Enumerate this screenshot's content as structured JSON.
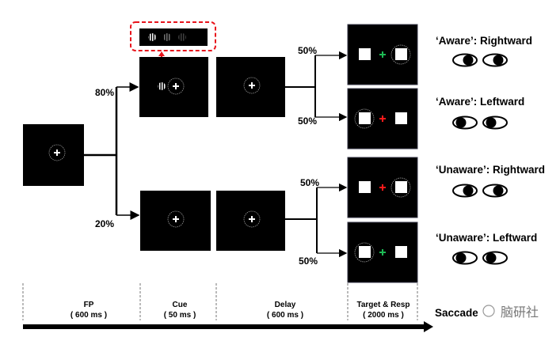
{
  "branches": {
    "aware_prob": "80%",
    "unaware_prob": "20%",
    "top_right_prob": "50%",
    "top_left_prob": "50%",
    "bottom_right_prob": "50%",
    "bottom_left_prob": "50%"
  },
  "conditions": [
    {
      "label": "‘Aware’: Rightward",
      "gaze": "right",
      "cross_color": "#1db954",
      "circled": "right"
    },
    {
      "label": "‘Aware’: Leftward",
      "gaze": "left",
      "cross_color": "#ff1a1a",
      "circled": "left"
    },
    {
      "label": "‘Unaware’: Rightward",
      "gaze": "right",
      "cross_color": "#ff1a1a",
      "circled": "right"
    },
    {
      "label": "‘Unaware’: Leftward",
      "gaze": "left",
      "cross_color": "#1db954",
      "circled": "left"
    }
  ],
  "timeline": {
    "phases": [
      {
        "name": "FP",
        "duration": "( 600 ms )"
      },
      {
        "name": "Cue",
        "duration": "( 50 ms )"
      },
      {
        "name": "Delay",
        "duration": "( 600 ms )"
      },
      {
        "name": "Target & Resp",
        "duration": "( 2000 ms )"
      }
    ],
    "end_label": "Saccade"
  },
  "watermark": "脑研社",
  "colors": {
    "highlight": "#e8141c",
    "screen": "#000000"
  }
}
